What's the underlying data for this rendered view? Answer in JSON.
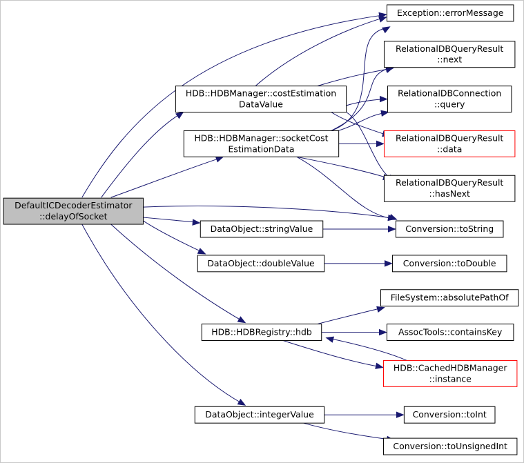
{
  "nodes": {
    "root": {
      "lines": [
        "DefaultICDecoderEstimator",
        "::delayOfSocket"
      ]
    },
    "costEstimation": {
      "lines": [
        "HDB::HDBManager::costEstimation",
        "DataValue"
      ]
    },
    "socketCost": {
      "lines": [
        "HDB::HDBManager::socketCost",
        "EstimationData"
      ]
    },
    "stringValue": {
      "lines": [
        "DataObject::stringValue"
      ]
    },
    "doubleValue": {
      "lines": [
        "DataObject::doubleValue"
      ]
    },
    "hdb": {
      "lines": [
        "HDB::HDBRegistry::hdb"
      ]
    },
    "integerValue": {
      "lines": [
        "DataObject::integerValue"
      ]
    },
    "errorMessage": {
      "lines": [
        "Exception::errorMessage"
      ]
    },
    "next": {
      "lines": [
        "RelationalDBQueryResult",
        "::next"
      ]
    },
    "query": {
      "lines": [
        "RelationalDBConnection",
        "::query"
      ]
    },
    "data": {
      "lines": [
        "RelationalDBQueryResult",
        "::data"
      ]
    },
    "hasNext": {
      "lines": [
        "RelationalDBQueryResult",
        "::hasNext"
      ]
    },
    "toString": {
      "lines": [
        "Conversion::toString"
      ]
    },
    "toDouble": {
      "lines": [
        "Conversion::toDouble"
      ]
    },
    "absolutePathOf": {
      "lines": [
        "FileSystem::absolutePathOf"
      ]
    },
    "containsKey": {
      "lines": [
        "AssocTools::containsKey"
      ]
    },
    "instance": {
      "lines": [
        "HDB::CachedHDBManager",
        "::instance"
      ]
    },
    "toInt": {
      "lines": [
        "Conversion::toInt"
      ]
    },
    "toUnsignedInt": {
      "lines": [
        "Conversion::toUnsignedInt"
      ]
    }
  },
  "colors": {
    "edge": "#191970",
    "root_fill": "#bfbfbf",
    "highlight_border": "#ff0000"
  }
}
